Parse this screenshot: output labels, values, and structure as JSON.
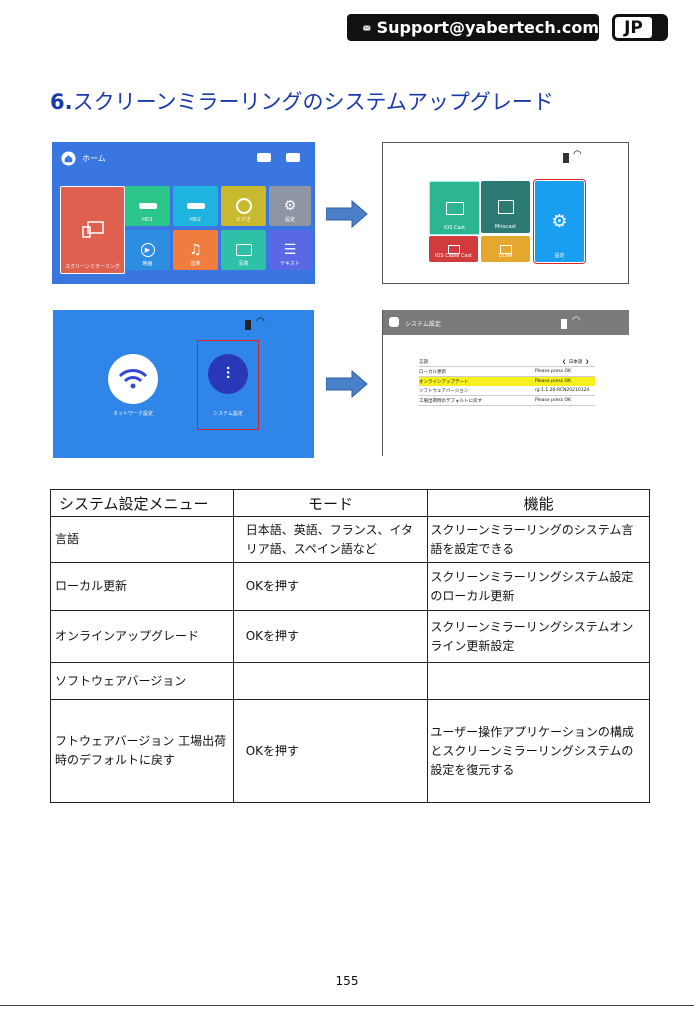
{
  "header": {
    "support_email": "Support@yabertech.com",
    "lang": "JP"
  },
  "section": {
    "number": "6.",
    "title": "スクリーンミラーリングのシステムアップグレード"
  },
  "screens": {
    "home": {
      "title": "ホーム",
      "tiles": [
        "スクリーンミラーリング",
        "HD1",
        "HD2",
        "ビデオ",
        "設定",
        "映画",
        "音楽",
        "写真",
        "テキスト"
      ]
    },
    "mirror_menu": {
      "tiles": [
        "iOS Cast",
        "Miracast",
        "設定",
        "iOS Cable Cast",
        "DLNA"
      ]
    },
    "settings_choice": {
      "network": "ネットワーク設定",
      "system": "システム設定"
    },
    "system_settings": {
      "title": "システム設定",
      "rows": [
        {
          "label": "言語",
          "value": "日本語"
        },
        {
          "label": "ローカル更新",
          "value": "Please press OK"
        },
        {
          "label": "オンラインアップデート",
          "value": "Please press OK"
        },
        {
          "label": "ソフトウェアバージョン",
          "value": "rg.1.1.26-RCN20210324"
        },
        {
          "label": "工場出荷時のデフォルトに戻す",
          "value": "Please press OK"
        }
      ]
    }
  },
  "table": {
    "headers": [
      "システム設定メニュー",
      "モード",
      "機能"
    ],
    "rows": [
      [
        "言語",
        "日本語、英語、フランス、イタリア語、スペイン語など",
        "スクリーンミラーリングのシステム言語を設定できる"
      ],
      [
        "ローカル更新",
        "OKを押す",
        "スクリーンミラーリングシステム設定のローカル更新"
      ],
      [
        "オンラインアップグレード",
        "OKを押す",
        "スクリーンミラーリングシステムオンライン更新設定"
      ],
      [
        "ソフトウェアバージョン",
        "",
        ""
      ],
      [
        "フトウェアバージョン 工場出荷時のデフォルトに戻す",
        "OKを押す",
        "ユーザー操作アプリケーションの構成とスクリーンミラーリングシステムの設定を復元する"
      ]
    ]
  },
  "page_number": "155"
}
